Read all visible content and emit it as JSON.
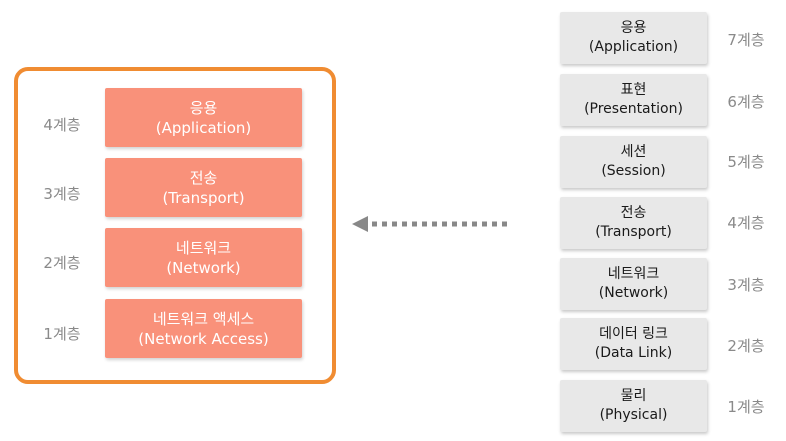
{
  "tcp_ip": {
    "layers": [
      {
        "name": "응용",
        "en": "(Application)",
        "level": "4계층"
      },
      {
        "name": "전송",
        "en": "(Transport)",
        "level": "3계층"
      },
      {
        "name": "네트워크",
        "en": "(Network)",
        "level": "2계층"
      },
      {
        "name": "네트워크 액세스",
        "en": "(Network Access)",
        "level": "1계층"
      }
    ]
  },
  "osi": {
    "layers": [
      {
        "name": "응용",
        "en": "(Application)",
        "level": "7계층"
      },
      {
        "name": "표현",
        "en": "(Presentation)",
        "level": "6계층"
      },
      {
        "name": "세션",
        "en": "(Session)",
        "level": "5계층"
      },
      {
        "name": "전송",
        "en": "(Transport)",
        "level": "4계층"
      },
      {
        "name": "네트워크",
        "en": "(Network)",
        "level": "3계층"
      },
      {
        "name": "데이터 링크",
        "en": "(Data Link)",
        "level": "2계층"
      },
      {
        "name": "물리",
        "en": "(Physical)",
        "level": "1계층"
      }
    ]
  },
  "colors": {
    "frame_border": "#f08c32",
    "tcp_box": "#f9917a",
    "osi_box": "#e8e8e8",
    "level_text": "#8a8a8a",
    "arrow": "#888888"
  }
}
